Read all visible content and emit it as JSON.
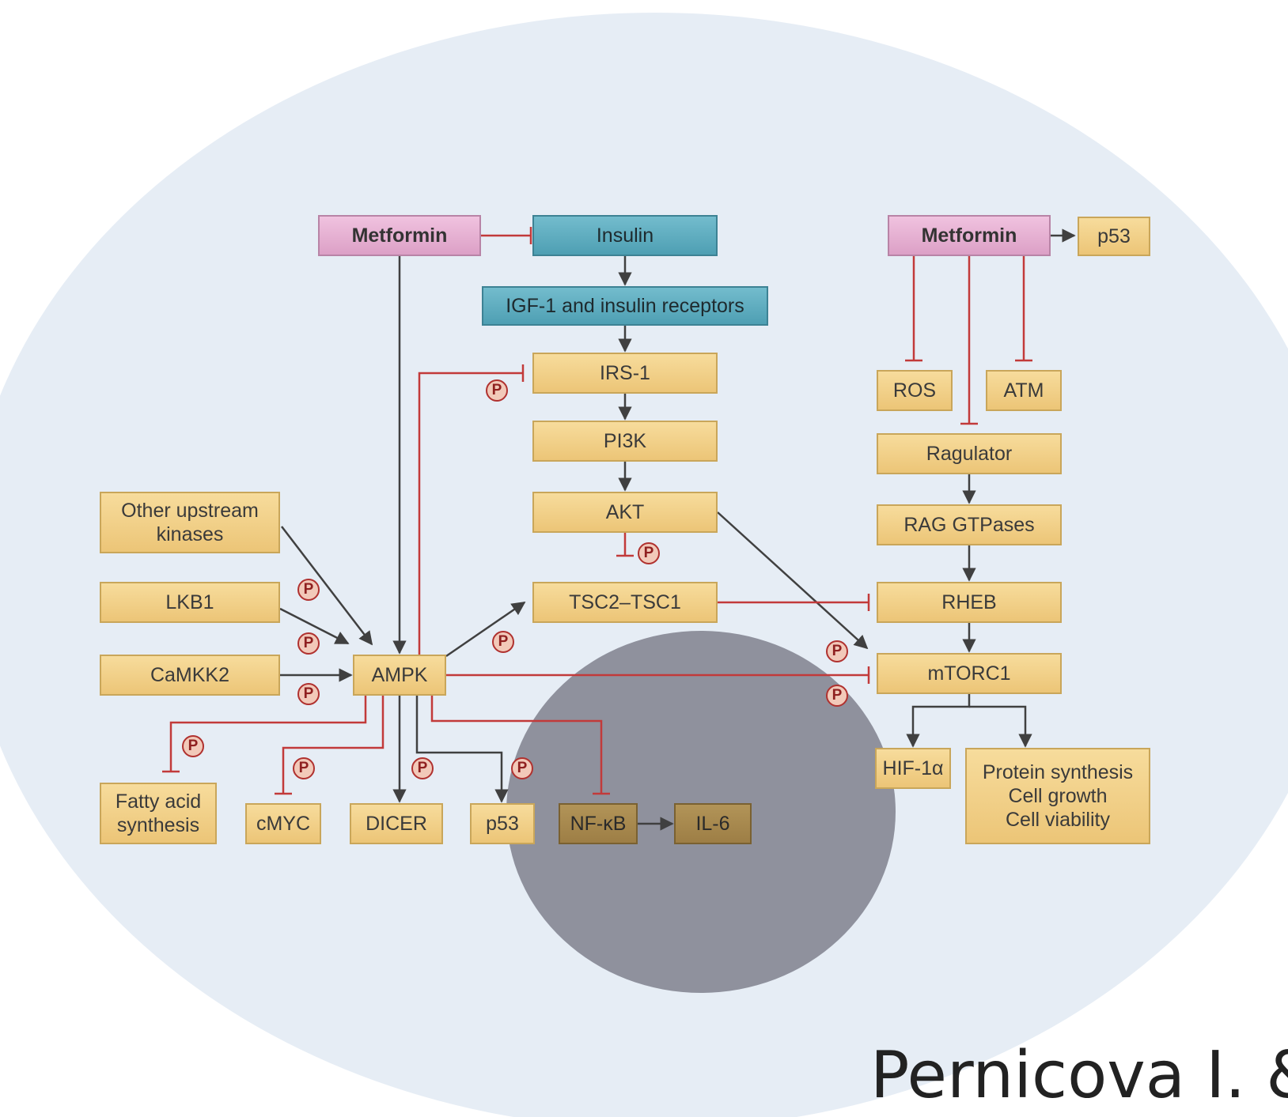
{
  "nodes": {
    "metformin_left": "Metformin",
    "insulin": "Insulin",
    "receptors": "IGF-1 and insulin receptors",
    "irs1": "IRS-1",
    "pi3k": "PI3K",
    "akt": "AKT",
    "tsc": "TSC2–TSC1",
    "other_kinases": "Other upstream\nkinases",
    "lkb1": "LKB1",
    "camkk2": "CaMKK2",
    "ampk": "AMPK",
    "fatty_acid": "Fatty acid\nsynthesis",
    "cmyc": "cMYC",
    "dicer": "DICER",
    "p53_bottom": "p53",
    "nfkb": "NF-κB",
    "il6": "IL-6",
    "metformin_right": "Metformin",
    "p53_top": "p53",
    "ros": "ROS",
    "atm": "ATM",
    "ragulator": "Ragulator",
    "rag": "RAG GTPases",
    "rheb": "RHEB",
    "mtorc1": "mTORC1",
    "hif": "HIF-1α",
    "protein": "Protein synthesis\nCell growth\nCell viability"
  },
  "phospho_label": "P",
  "citation": "Pernicova I. &",
  "colors": {
    "activation": "#404040",
    "inhibition": "#c23a3a",
    "cell_background": "#e6edf5",
    "node_fill": "#f2d08a",
    "metformin_fill": "#e8b5d6",
    "insulin_fill": "#5fafc1"
  }
}
